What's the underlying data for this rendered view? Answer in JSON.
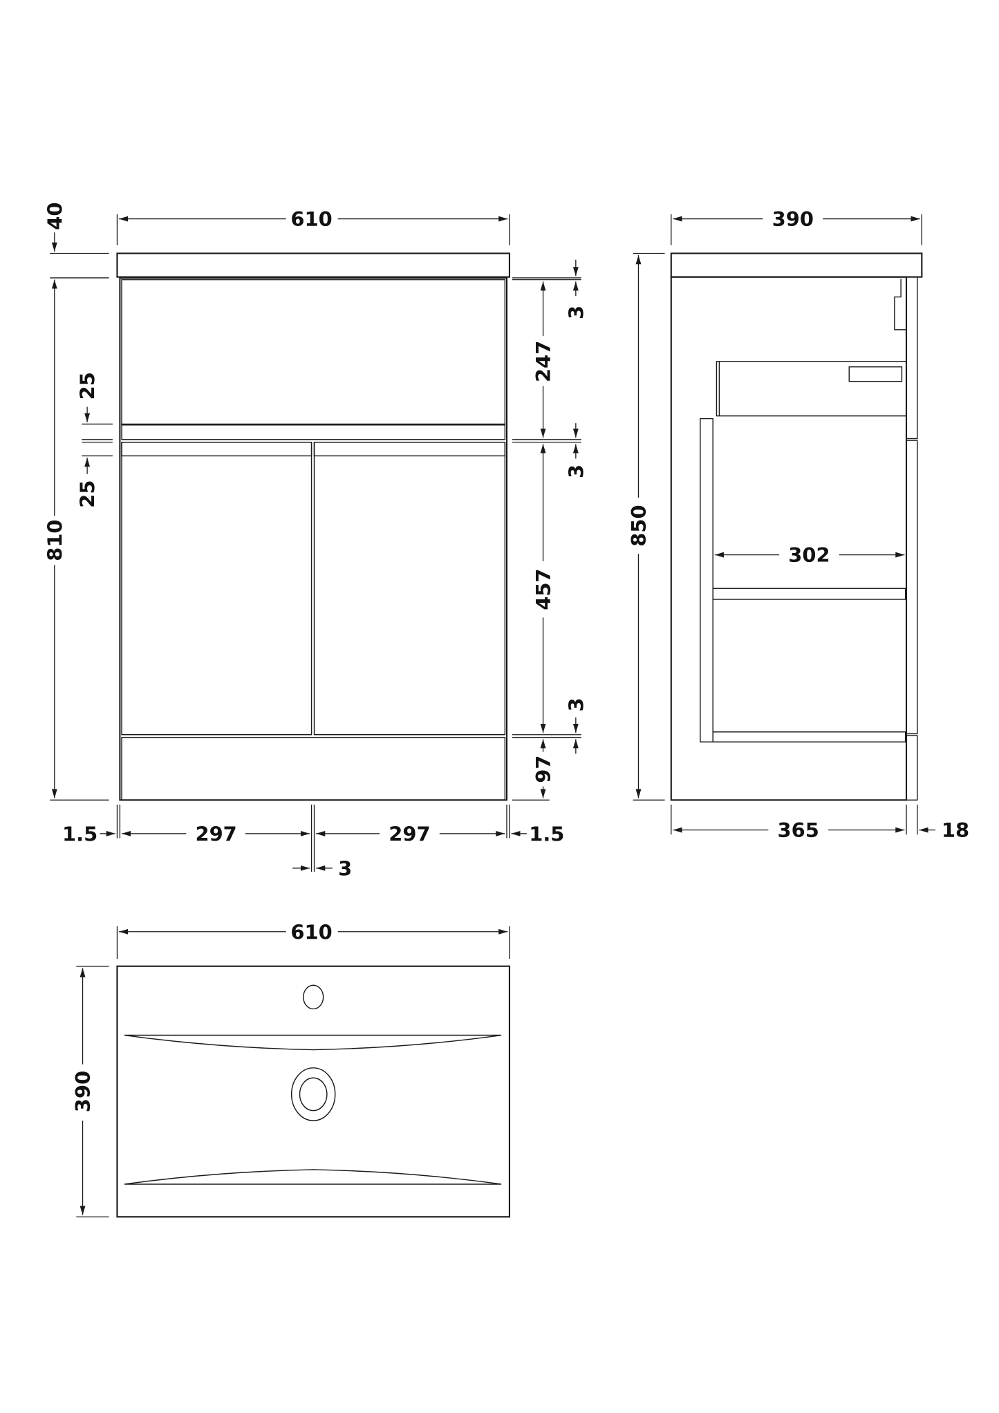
{
  "front_view": {
    "width_total": "610",
    "worktop_height": "40",
    "cabinet_height": "810",
    "upper_rail_1": "25",
    "upper_rail_2": "25",
    "gap_top": "3",
    "open_compartment_height": "247",
    "gap_middle": "3",
    "door_height": "457",
    "gap_bottom": "3",
    "plinth_height": "97",
    "side_left": "1.5",
    "door_width_left": "297",
    "door_width_right": "297",
    "side_right": "1.5",
    "door_gap": "3"
  },
  "side_view": {
    "depth_total": "390",
    "total_height": "850",
    "drawer_depth": "302",
    "carcass_depth": "365",
    "door_thickness": "18"
  },
  "top_view": {
    "width": "610",
    "depth": "390"
  },
  "colors": {
    "line": "#1a1a1a",
    "text": "#111111",
    "background": "#ffffff"
  }
}
